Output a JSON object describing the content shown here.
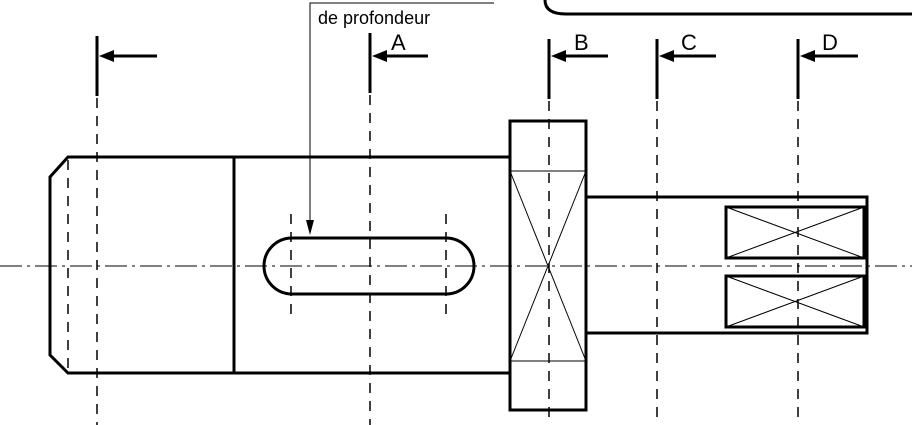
{
  "annotation": {
    "text": "de profondeur"
  },
  "section_labels": [
    "A",
    "B",
    "C",
    "D"
  ],
  "colors": {
    "ink": "#000000",
    "background": "#ffffff"
  }
}
